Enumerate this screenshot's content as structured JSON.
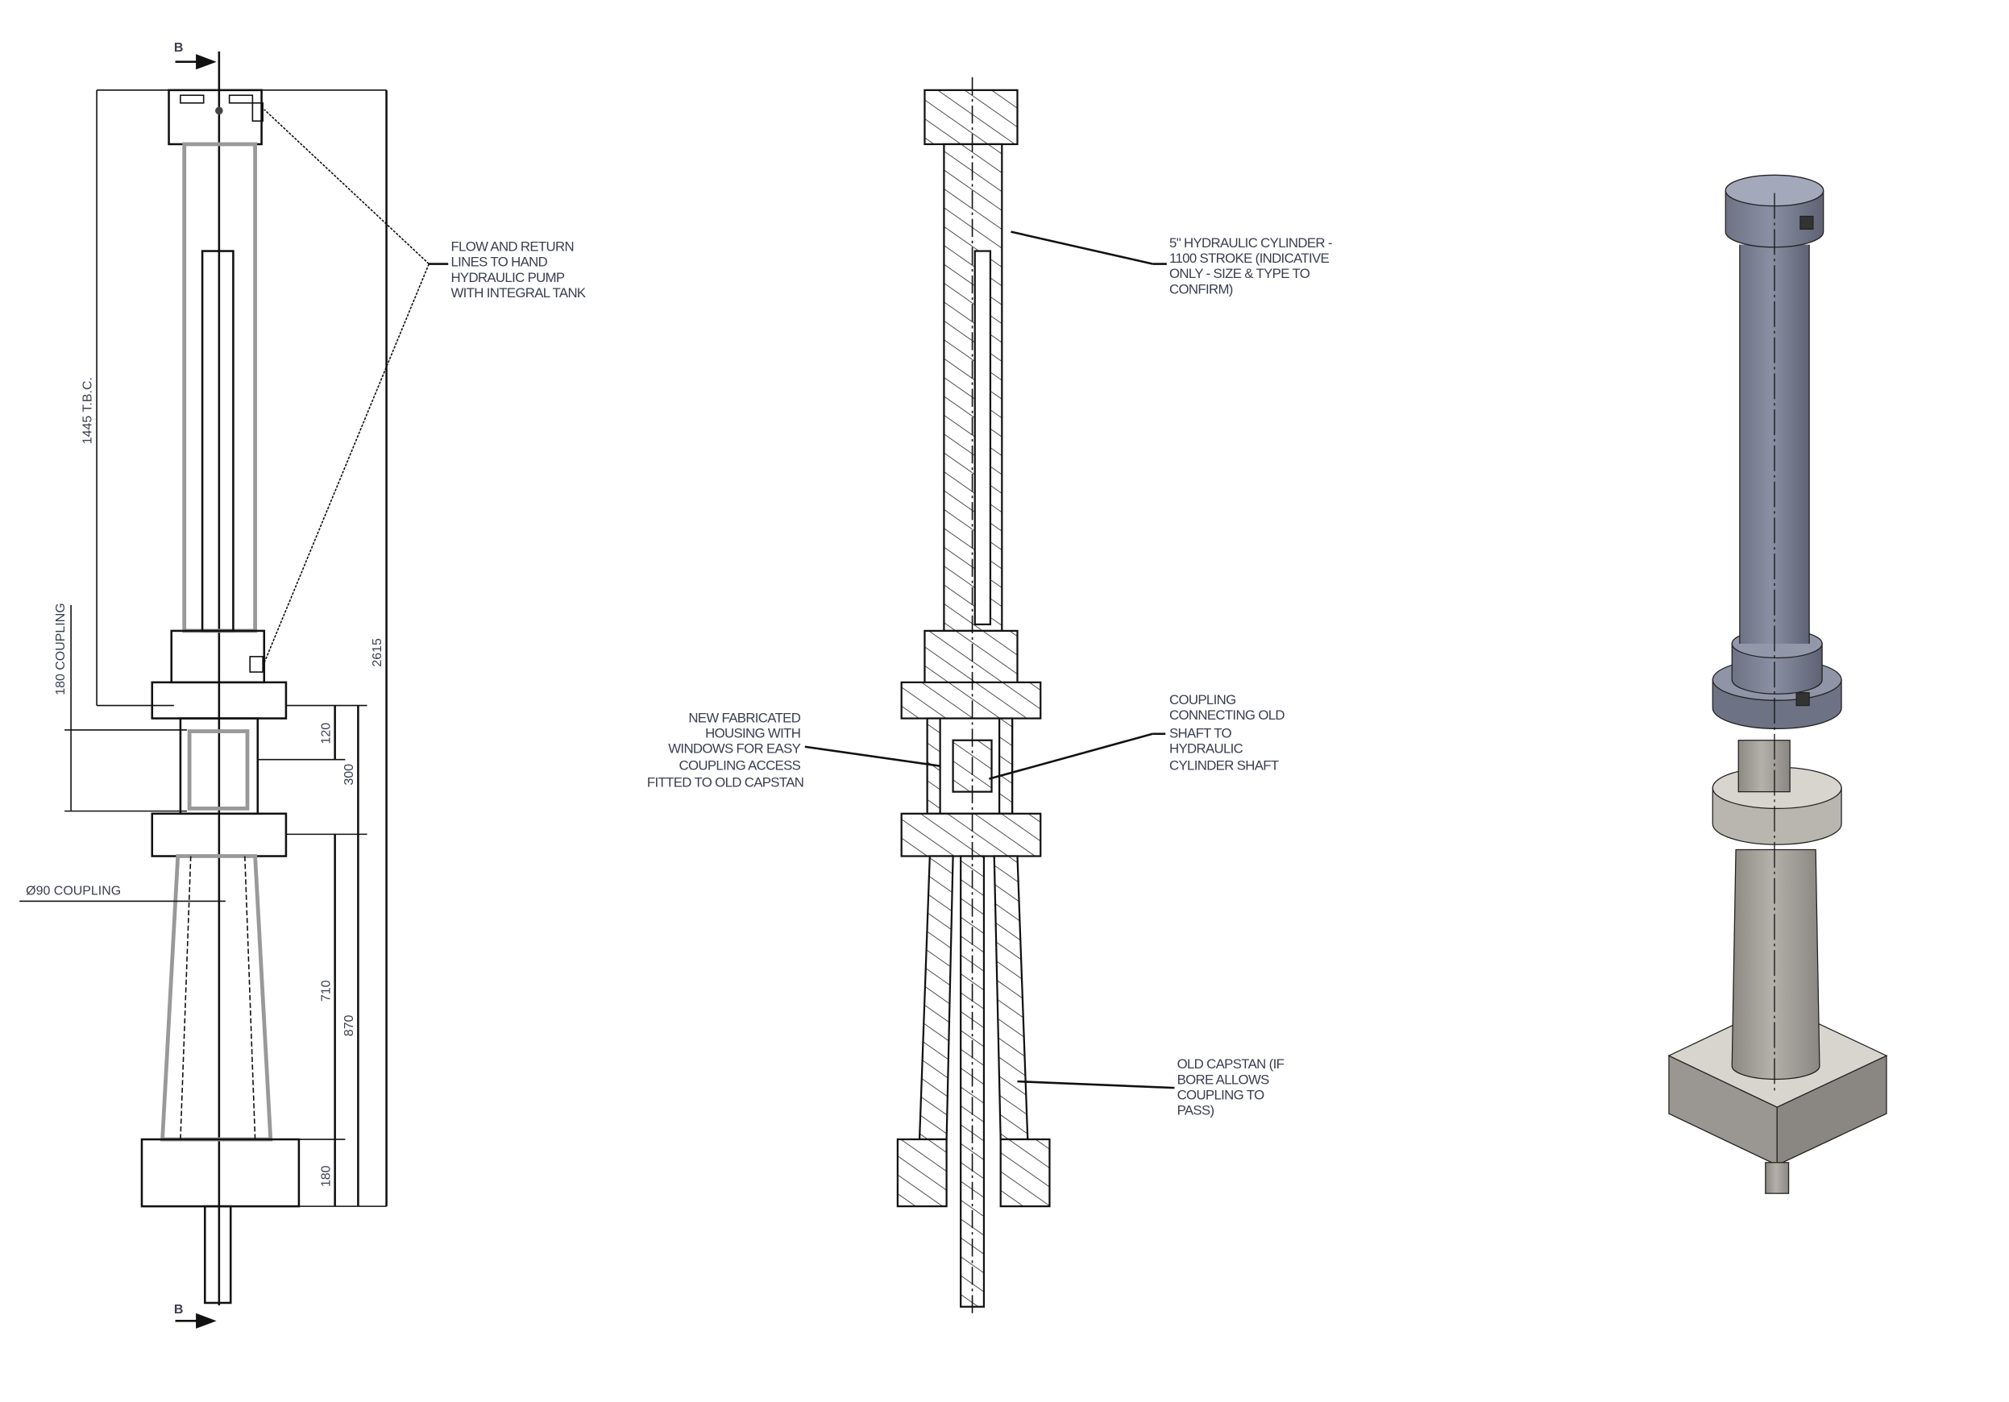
{
  "section_marker": "B",
  "elevation_view": {
    "note_flow_return": [
      "FLOW AND RETURN",
      "LINES TO HAND",
      "HYDRAULIC PUMP",
      "WITH INTEGRAL TANK"
    ],
    "dimensions": {
      "bolt_centres": "1445 T.B.C.",
      "coupling_180": "180 COUPLING",
      "coupling_dia_90": "Ø90 COUPLING",
      "d120": "120",
      "d300": "300",
      "d710": "710",
      "d870": "870",
      "d180": "180",
      "overall": "2615"
    }
  },
  "section_view": {
    "note_cylinder": [
      "5\" HYDRAULIC CYLINDER -",
      "1100 STROKE (INDICATIVE",
      "ONLY - SIZE & TYPE TO",
      "CONFIRM)"
    ],
    "note_housing": [
      "NEW FABRICATED",
      "HOUSING WITH",
      "WINDOWS FOR EASY",
      "COUPLING ACCESS",
      "FITTED TO OLD CAPSTAN"
    ],
    "note_coupling": [
      "COUPLING",
      "CONNECTING OLD",
      "SHAFT TO",
      "HYDRAULIC",
      "CYLINDER SHAFT"
    ],
    "note_capstan": [
      "OLD CAPSTAN (IF",
      "BORE ALLOWS",
      "COUPLING TO",
      "PASS)"
    ]
  },
  "colors": {
    "cylinder": "#7b8094",
    "capstan": "#a9a6a0",
    "ink": "#111111",
    "text": "#3a3d52"
  }
}
